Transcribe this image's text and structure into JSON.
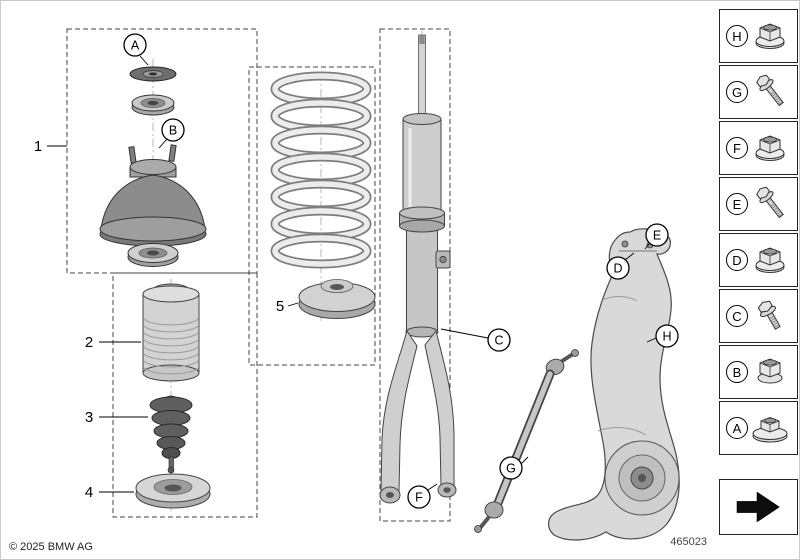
{
  "page": {
    "copyright": "© 2025 BMW AG",
    "drawing_number": "465023"
  },
  "colors": {
    "background": "#ffffff",
    "line": "#000000",
    "part_fill": "#d4d4d4"
  },
  "diagram": {
    "description_labels": {
      "p1": "1",
      "p2": "2",
      "p3": "3",
      "p4": "4",
      "p5": "5"
    },
    "part_labels": {
      "p1": "1",
      "p2": "2",
      "p3": "3",
      "p4": "4",
      "p5": "5"
    },
    "callouts": {
      "A": "A",
      "B": "B",
      "C": "C",
      "D": "D",
      "E": "E",
      "F": "F",
      "G": "G",
      "H": "H"
    }
  },
  "legend": {
    "items": [
      {
        "letter": "H",
        "icon": "flange-nut-icon"
      },
      {
        "letter": "G",
        "icon": "flange-bolt-icon"
      },
      {
        "letter": "F",
        "icon": "flange-nut-icon"
      },
      {
        "letter": "E",
        "icon": "flange-bolt-icon"
      },
      {
        "letter": "D",
        "icon": "flange-nut-icon"
      },
      {
        "letter": "C",
        "icon": "flange-bolt-icon"
      },
      {
        "letter": "B",
        "icon": "hex-nut-icon"
      },
      {
        "letter": "A",
        "icon": "flange-washer-nut-icon"
      }
    ],
    "footer_symbol": "replacement-arrow"
  }
}
